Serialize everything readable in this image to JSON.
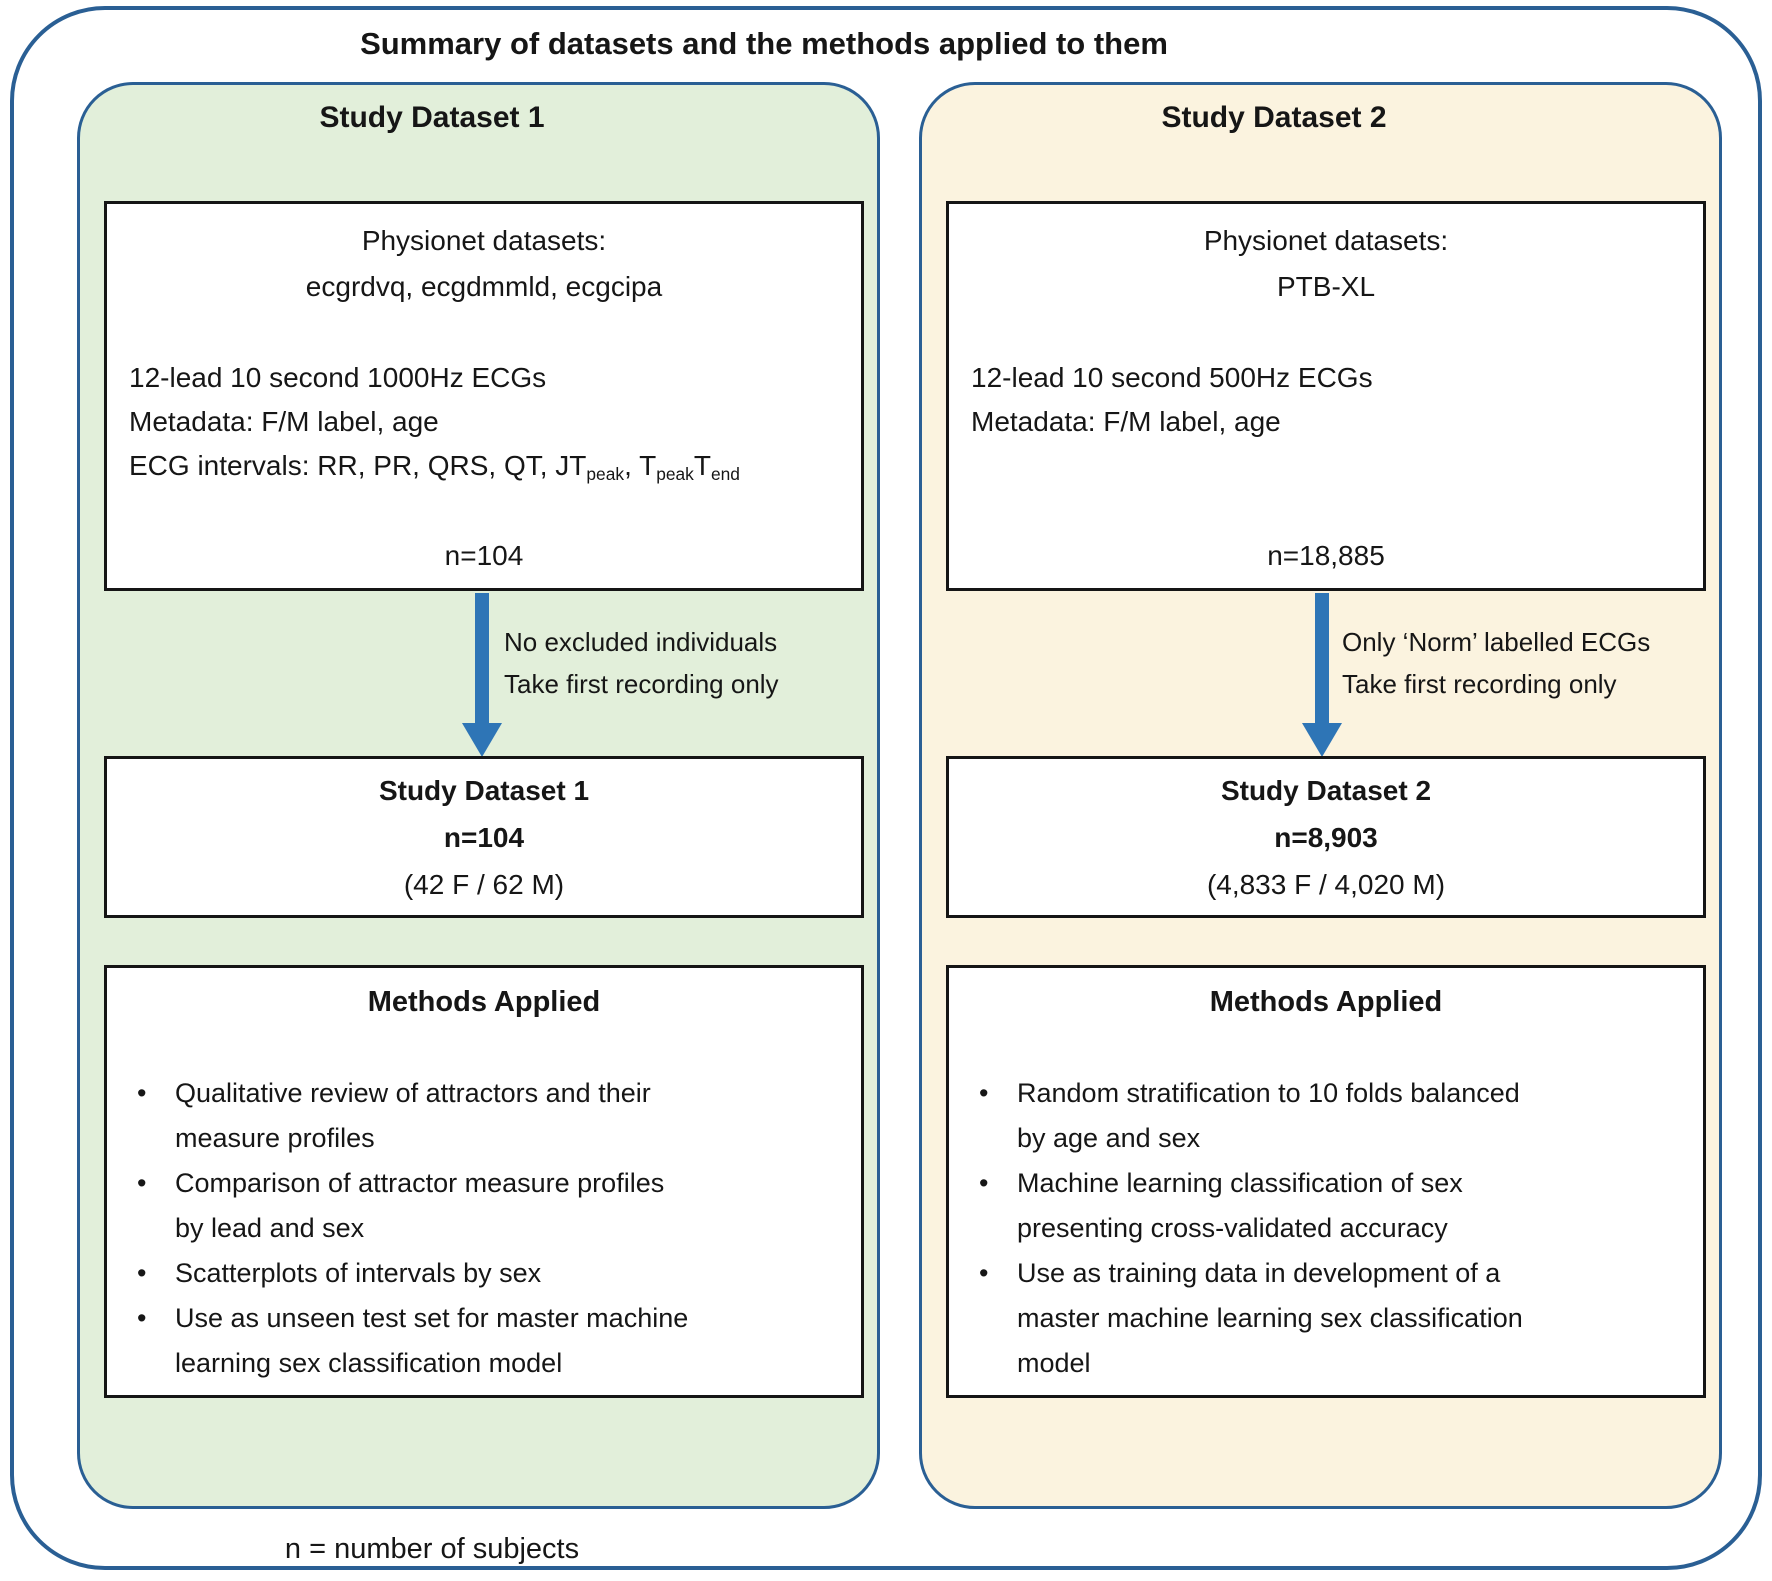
{
  "title": "Summary of datasets and the methods applied to them",
  "footnote": "n = number of subjects",
  "colors": {
    "frame_blue": "#2a5f94",
    "arrow_blue": "#2e75b6",
    "panel_green": "#e2efda",
    "panel_cream": "#fbf3df",
    "box_border": "#151515"
  },
  "left": {
    "header": "Study Dataset 1",
    "source_box": {
      "heading_line1": "Physionet datasets:",
      "heading_line2": "ecgrdvq, ecgdmmld, ecgcipa",
      "detail_line1": "12-lead 10 second 1000Hz ECGs",
      "detail_line2": "Metadata: F/M label, age",
      "intervals": {
        "p1": "ECG intervals: RR, PR, QRS, QT, JT",
        "s1": "peak",
        "p2": ", T",
        "s2": "peak",
        "p3": "T",
        "s3": "end"
      },
      "n": "n=104"
    },
    "arrow_label": "No excluded individuals\nTake first recording only",
    "dataset_box": {
      "line1": "Study Dataset 1",
      "line2": "n=104",
      "line3": "(42 F / 62 M)"
    },
    "methods": {
      "title": "Methods Applied",
      "bullet_glyph": "•",
      "bullets": [
        "Qualitative review of attractors and their\nmeasure profiles",
        "Comparison of attractor measure profiles\nby lead and sex",
        "Scatterplots of intervals by sex",
        "Use as unseen test set for master machine\nlearning sex classification model"
      ]
    }
  },
  "right": {
    "header": "Study Dataset 2",
    "source_box": {
      "heading_line1": "Physionet datasets:",
      "heading_line2": "PTB-XL",
      "detail_line1": "12-lead 10 second 500Hz ECGs",
      "detail_line2": "Metadata: F/M label, age",
      "n": "n=18,885"
    },
    "arrow_label": "Only ‘Norm’ labelled ECGs\nTake first recording only",
    "dataset_box": {
      "line1": "Study Dataset 2",
      "line2": "n=8,903",
      "line3": "(4,833 F / 4,020 M)"
    },
    "methods": {
      "title": "Methods Applied",
      "bullet_glyph": "•",
      "bullets": [
        "Random stratification to 10 folds balanced\nby age and sex",
        "Machine learning classification of sex\npresenting cross-validated accuracy",
        "Use as training data in development of a\nmaster machine learning sex classification\nmodel"
      ]
    }
  }
}
